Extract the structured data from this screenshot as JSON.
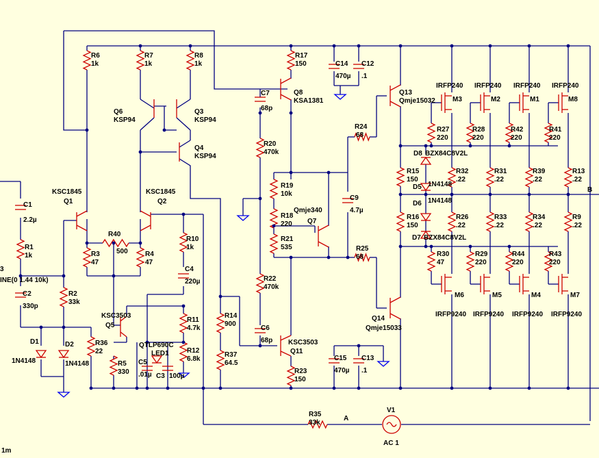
{
  "components": [
    {
      "id": "R6",
      "ref": "R6",
      "value": "1k"
    },
    {
      "id": "R7",
      "ref": "R7",
      "value": "1k"
    },
    {
      "id": "R8",
      "ref": "R8",
      "value": "1k"
    },
    {
      "id": "R17",
      "ref": "R17",
      "value": "150"
    },
    {
      "id": "C14",
      "ref": "C14",
      "value": "470µ"
    },
    {
      "id": "C12",
      "ref": "C12",
      "value": ".1"
    },
    {
      "id": "C7",
      "ref": "C7",
      "value": "68p"
    },
    {
      "id": "Q8",
      "ref": "Q8",
      "value": "KSA1381"
    },
    {
      "id": "Q13",
      "ref": "Q13",
      "value": "Qmje15032"
    },
    {
      "id": "M3",
      "ref": "M3",
      "value": "IRFP240"
    },
    {
      "id": "M2",
      "ref": "M2",
      "value": "IRFP240"
    },
    {
      "id": "M1",
      "ref": "M1",
      "value": "IRFP240"
    },
    {
      "id": "M8",
      "ref": "M8",
      "value": "IRFP240"
    },
    {
      "id": "Q6",
      "ref": "Q6",
      "value": "KSP94"
    },
    {
      "id": "Q3",
      "ref": "Q3",
      "value": "KSP94"
    },
    {
      "id": "Q4",
      "ref": "Q4",
      "value": "KSP94"
    },
    {
      "id": "R27",
      "ref": "R27",
      "value": "220"
    },
    {
      "id": "R28",
      "ref": "R28",
      "value": "220"
    },
    {
      "id": "R42",
      "ref": "R42",
      "value": "220"
    },
    {
      "id": "R41",
      "ref": "R41",
      "value": "220"
    },
    {
      "id": "R24",
      "ref": "R24",
      "value": "68"
    },
    {
      "id": "R20",
      "ref": "R20",
      "value": "470k"
    },
    {
      "id": "D8",
      "ref": "D8",
      "value": "BZX84C8V2L"
    },
    {
      "id": "R15",
      "ref": "R15",
      "value": "150"
    },
    {
      "id": "R32",
      "ref": "R32",
      "value": ".22"
    },
    {
      "id": "R31",
      "ref": "R31",
      "value": ".22"
    },
    {
      "id": "R39",
      "ref": "R39",
      "value": ".22"
    },
    {
      "id": "R13",
      "ref": "R13",
      "value": ".22"
    },
    {
      "id": "D5",
      "ref": "D5",
      "value": "1N4148"
    },
    {
      "id": "D6",
      "ref": "D6",
      "value": "1N4148"
    },
    {
      "id": "R19",
      "ref": "R19",
      "value": "10k"
    },
    {
      "id": "Q1",
      "ref": "Q1",
      "value": "KSC1845"
    },
    {
      "id": "Q2",
      "ref": "Q2",
      "value": "KSC1845"
    },
    {
      "id": "C1",
      "ref": "C1",
      "value": "2.2µ"
    },
    {
      "id": "C9",
      "ref": "C9",
      "value": "4.7µ"
    },
    {
      "id": "Q7",
      "ref": "Q7",
      "value": "Qmje340"
    },
    {
      "id": "R18",
      "ref": "R18",
      "value": "220"
    },
    {
      "id": "R16",
      "ref": "R16",
      "value": "150"
    },
    {
      "id": "R26",
      "ref": "R26",
      "value": ".22"
    },
    {
      "id": "R33",
      "ref": "R33",
      "value": ".22"
    },
    {
      "id": "R34",
      "ref": "R34",
      "value": ".22"
    },
    {
      "id": "R9",
      "ref": "R9",
      "value": ".22"
    },
    {
      "id": "R40",
      "ref": "R40",
      "value": "500"
    },
    {
      "id": "R1",
      "ref": "R1",
      "value": "1k"
    },
    {
      "id": "R10",
      "ref": "R10",
      "value": "1k"
    },
    {
      "id": "R21",
      "ref": "R21",
      "value": "535"
    },
    {
      "id": "D7",
      "ref": "D7",
      "value": "BZX84C8V2L"
    },
    {
      "id": "R3",
      "ref": "R3",
      "value": "47"
    },
    {
      "id": "R4",
      "ref": "R4",
      "value": "47"
    },
    {
      "id": "R25",
      "ref": "R25",
      "value": "68"
    },
    {
      "id": "R30",
      "ref": "R30",
      "value": "47"
    },
    {
      "id": "R29",
      "ref": "R29",
      "value": "220"
    },
    {
      "id": "R44",
      "ref": "R44",
      "value": "220"
    },
    {
      "id": "R43",
      "ref": "R43",
      "value": "220"
    },
    {
      "id": "C4",
      "ref": "C4",
      "value": "220µ"
    },
    {
      "id": "C2",
      "ref": "C2",
      "value": "330p"
    },
    {
      "id": "R2",
      "ref": "R2",
      "value": "33k"
    },
    {
      "id": "R22",
      "ref": "R22",
      "value": "470k"
    },
    {
      "id": "M6",
      "ref": "M6",
      "value": "IRFP9240"
    },
    {
      "id": "M5",
      "ref": "M5",
      "value": "IRFP9240"
    },
    {
      "id": "M4",
      "ref": "M4",
      "value": "IRFP9240"
    },
    {
      "id": "M7",
      "ref": "M7",
      "value": "IRFP9240"
    },
    {
      "id": "Q5",
      "ref": "Q5",
      "value": "KSC3503"
    },
    {
      "id": "R11",
      "ref": "R11",
      "value": "4.7k"
    },
    {
      "id": "R14",
      "ref": "R14",
      "value": "900"
    },
    {
      "id": "Q14",
      "ref": "Q14",
      "value": "Qmje15033"
    },
    {
      "id": "C6",
      "ref": "C6",
      "value": "68p"
    },
    {
      "id": "Q11",
      "ref": "Q11",
      "value": "KSC3503"
    },
    {
      "id": "R36",
      "ref": "R36",
      "value": "22"
    },
    {
      "id": "D1",
      "ref": "D1",
      "value": "1N4148"
    },
    {
      "id": "D2",
      "ref": "D2",
      "value": "1N4148"
    },
    {
      "id": "R12",
      "ref": "R12",
      "value": "6.8k"
    },
    {
      "id": "R5",
      "ref": "R5",
      "value": "330"
    },
    {
      "id": "C15",
      "ref": "C15",
      "value": "470µ"
    },
    {
      "id": "C13",
      "ref": "C13",
      "value": ".1"
    },
    {
      "id": "R37",
      "ref": "R37",
      "value": "64.5"
    },
    {
      "id": "R23",
      "ref": "R23",
      "value": "150"
    },
    {
      "id": "C5",
      "ref": "C5",
      "value": ".01µ"
    },
    {
      "id": "C3",
      "ref": "C3",
      "value": "100µ"
    },
    {
      "id": "R35",
      "ref": "R35",
      "value": "33k"
    },
    {
      "id": "V1",
      "ref": "V1",
      "value": "AC 1"
    }
  ],
  "extra_labels": {
    "led_part": "QTLP690C",
    "led_ref": "LED1",
    "source_ref_fragment": "3",
    "source_value_fragment": "INE(0 1.44 10k)",
    "net_a": "A",
    "net_b": "B",
    "corner_text": "1m"
  }
}
